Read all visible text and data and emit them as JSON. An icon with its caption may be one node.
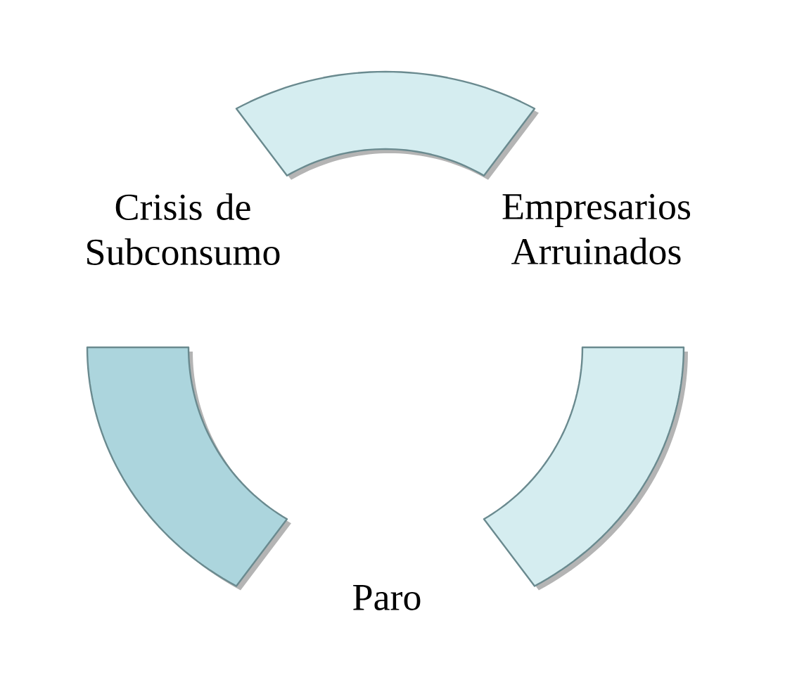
{
  "diagram": {
    "nodes": [
      {
        "text": [
          "Crisis de Subconsumo"
        ]
      },
      {
        "text": [
          "Empresarios Arruinados"
        ]
      },
      {
        "text": [
          "Paro"
        ]
      }
    ],
    "edges": [
      {
        "from": 0,
        "to": 1,
        "arrow": "none"
      },
      {
        "from": 1,
        "to": 2,
        "arrow": "none"
      },
      {
        "from": 2,
        "to": 0,
        "arrow": "none",
        "color": "#acd5dd"
      }
    ]
  }
}
